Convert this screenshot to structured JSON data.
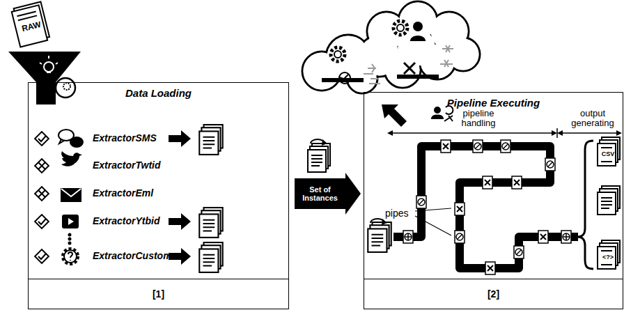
{
  "diagram": {
    "nodes": [
      {
        "text": [
          "Data Loading",
          "[1]"
        ]
      },
      {
        "text": [
          "Pipeline Executing",
          "[2]"
        ]
      }
    ],
    "edges": [
      {
        "from": 0,
        "to": 1,
        "arrow": "to",
        "label": "Set of Instances"
      }
    ],
    "labels": [
      "RAW",
      "ExtractorSMS",
      "ExtractorTwtid",
      "ExtractorEml",
      "ExtractorYtbid",
      "ExtractorCustom",
      "pipeline handling",
      "output generating",
      "pipes",
      "CSV",
      "<?>"
    ]
  }
}
